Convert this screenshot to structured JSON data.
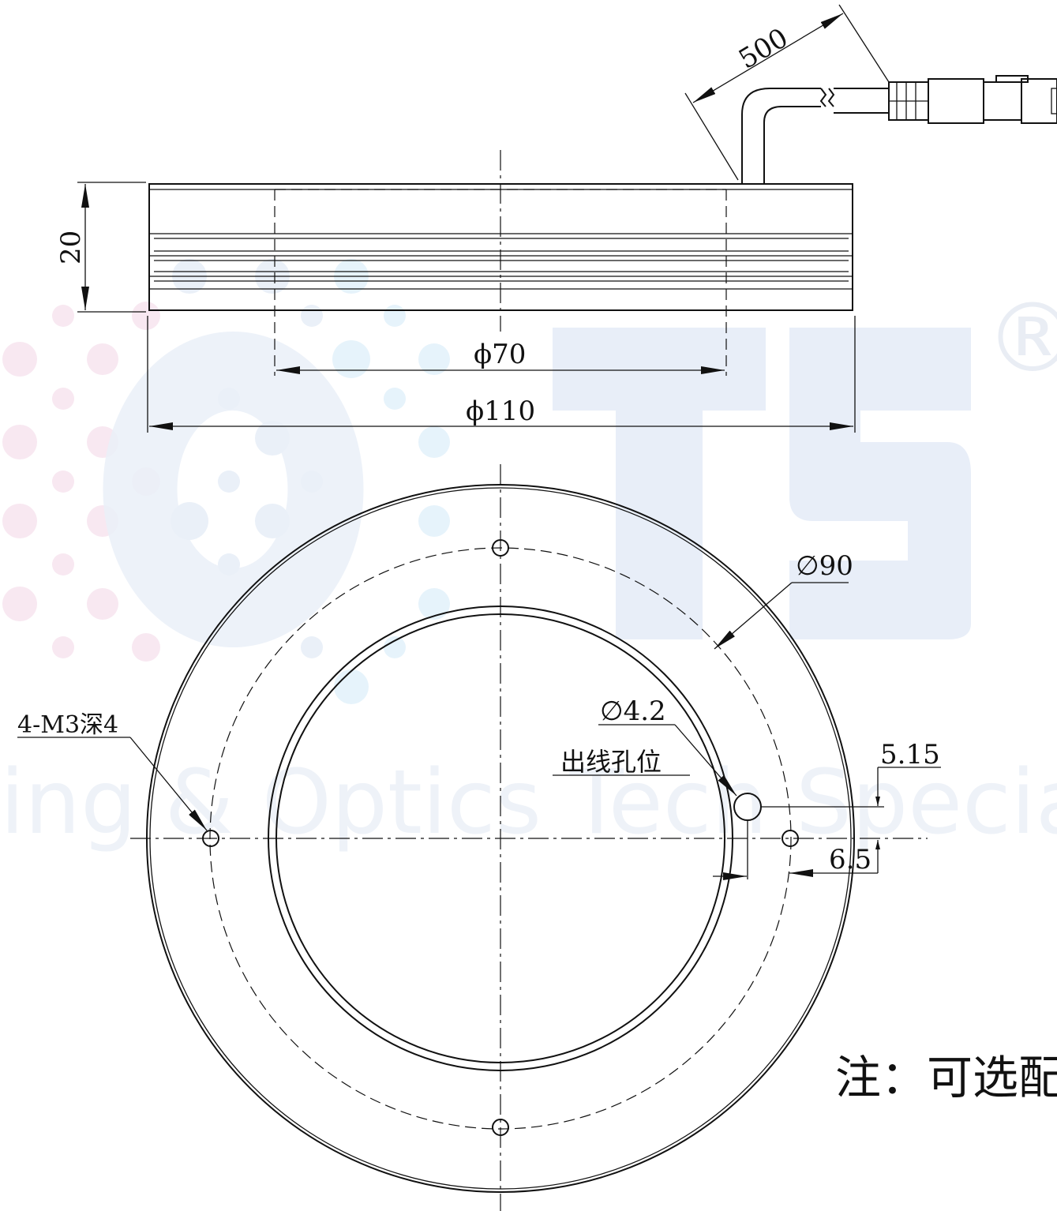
{
  "watermark": {
    "brand": "OTS",
    "registered": "®",
    "tagline": "ing & Optics Tech Specialist",
    "colors": {
      "blue": "#e8eef8",
      "pink": "#fbe9f2",
      "cyan": "#e6f4fb"
    }
  },
  "dimensions": {
    "cable_length": "500",
    "height": "20",
    "inner_diameter": "ϕ70",
    "outer_diameter": "ϕ110",
    "bolt_circle": "∅90",
    "cable_hole": "∅4.2",
    "offset_a": "5.15",
    "offset_b": "6.5"
  },
  "labels": {
    "mount_holes": "4-M3深4",
    "cable_hole_position": "出线孔位",
    "note": "注：可选配"
  }
}
